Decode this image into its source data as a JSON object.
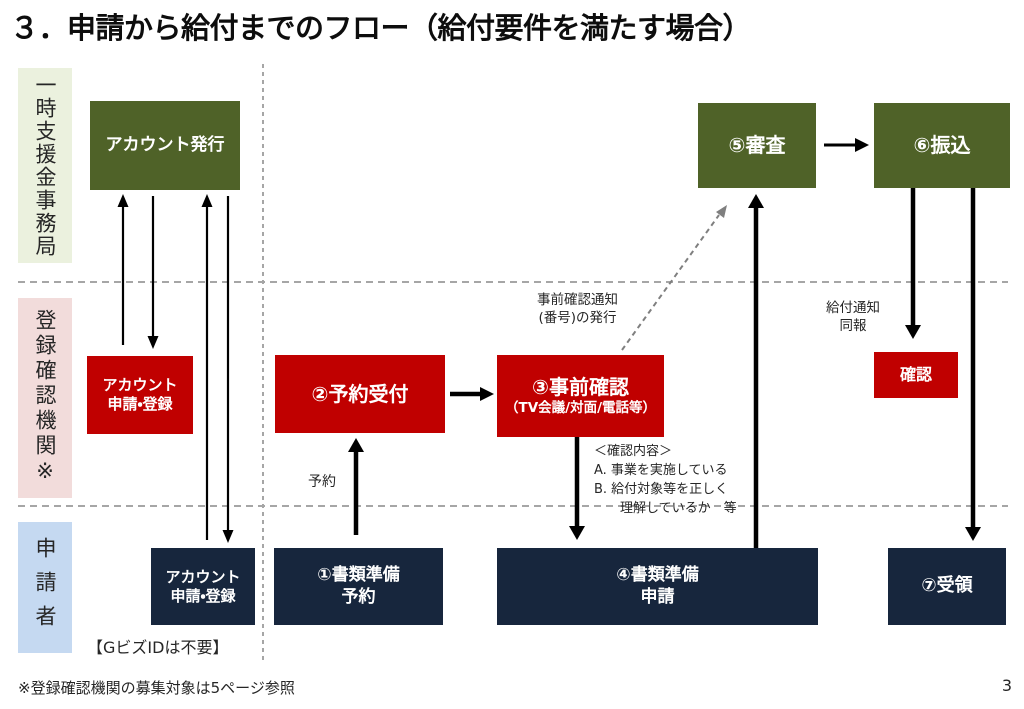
{
  "title": "３．申請から給付までのフロー（給付要件を満たす場合）",
  "page_number": "3",
  "footnote": "※登録確認機関の募集対象は5ページ参照",
  "lanes": {
    "jimukyoku": "一時支援金事務局",
    "kakunin_kikan": "登録確認機関※",
    "shinseisha": "申請者"
  },
  "boxes": {
    "account_issue": "アカウント発行",
    "examination": "⑤審査",
    "transfer": "⑥振込",
    "account_register_agency": "アカウント\n申請・登録",
    "reservation_accept": "②予約受付",
    "advance_check_title": "③事前確認",
    "advance_check_sub": "（TV会議/対面/電話等）",
    "confirm": "確認",
    "account_register_applicant": "アカウント\n申請・登録",
    "docs_reserve": "①書類準備\n予約",
    "docs_apply": "④書類準備\n申請",
    "receive": "⑦受領"
  },
  "annotations": {
    "advance_notice": "事前確認通知\n(番号)の発行",
    "payment_notice": "給付通知\n同報",
    "reserve_label": "予約",
    "check_contents": "＜確認内容＞\nA. 事業を実施している\nB. 給付対象等を正しく\n　　理解しているか　等",
    "gbiz_note": "【GビズIDは不要】"
  },
  "colors": {
    "green_box": "#4f6228",
    "red_box": "#c00000",
    "navy_box": "#17263d",
    "lane_green": "#ebf1de",
    "lane_pink": "#f2dcdb",
    "lane_blue": "#c5d9f1"
  }
}
